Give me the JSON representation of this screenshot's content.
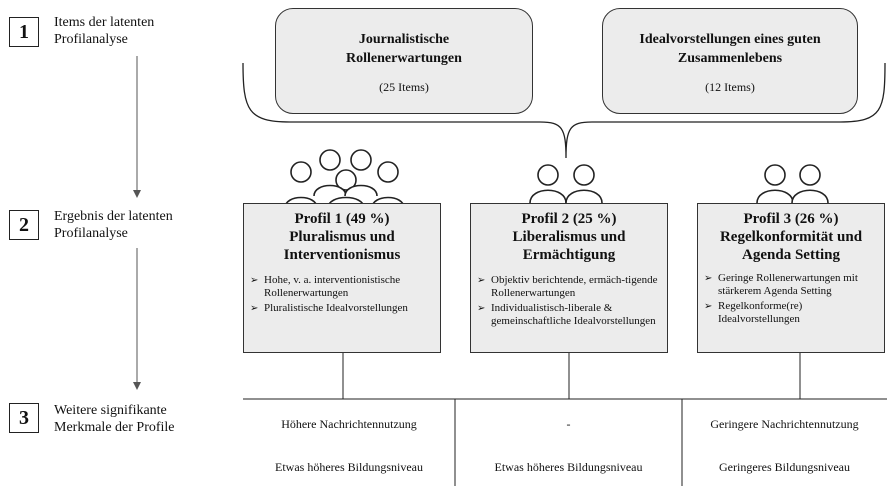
{
  "steps": [
    {
      "number": "1",
      "label_line1": "Items der latenten",
      "label_line2": "Profilanalyse"
    },
    {
      "number": "2",
      "label_line1": "Ergebnis der latenten",
      "label_line2": "Profilanalyse"
    },
    {
      "number": "3",
      "label_line1": "Weitere signifikante",
      "label_line2": "Merkmale der Profile"
    }
  ],
  "item_groups": [
    {
      "title_line1": "Journalistische",
      "title_line2": "Rollenerwartungen",
      "count": "(25 Items)"
    },
    {
      "title_line1": "Idealvorstellungen eines guten",
      "title_line2": "Zusammenlebens",
      "count": "(12 Items)"
    }
  ],
  "profiles": [
    {
      "title_line1": "Profil 1 (49 %)",
      "title_line2": "Pluralismus und",
      "title_line3": "Interventionismus",
      "bullets": [
        "Hohe, v. a. interventionistische Rollenerwartungen",
        "Pluralistische Idealvorstellungen"
      ]
    },
    {
      "title_line1": "Profil 2 (25 %)",
      "title_line2": "Liberalismus und",
      "title_line3": "Ermächtigung",
      "bullets": [
        "Objektiv berichtende, ermäch-tigende Rollenerwartungen",
        "Individualistisch-liberale & gemeinschaftliche Idealvorstellungen"
      ]
    },
    {
      "title_line1": "Profil 3 (26 %)",
      "title_line2": "Regelkonformität und",
      "title_line3": "Agenda Setting",
      "bullets": [
        "Geringe Rollenerwartungen mit stärkerem Agenda Setting",
        "Regelkonforme(re) Idealvorstellungen"
      ]
    }
  ],
  "table": {
    "rows": [
      [
        "Höhere Nachrichtennutzung",
        "-",
        "Geringere Nachrichtennutzung"
      ],
      [
        "Etwas höheres Bildungsniveau",
        "Etwas höheres Bildungsniveau",
        "Geringeres Bildungsniveau"
      ]
    ]
  },
  "bullet_glyph": "➢"
}
